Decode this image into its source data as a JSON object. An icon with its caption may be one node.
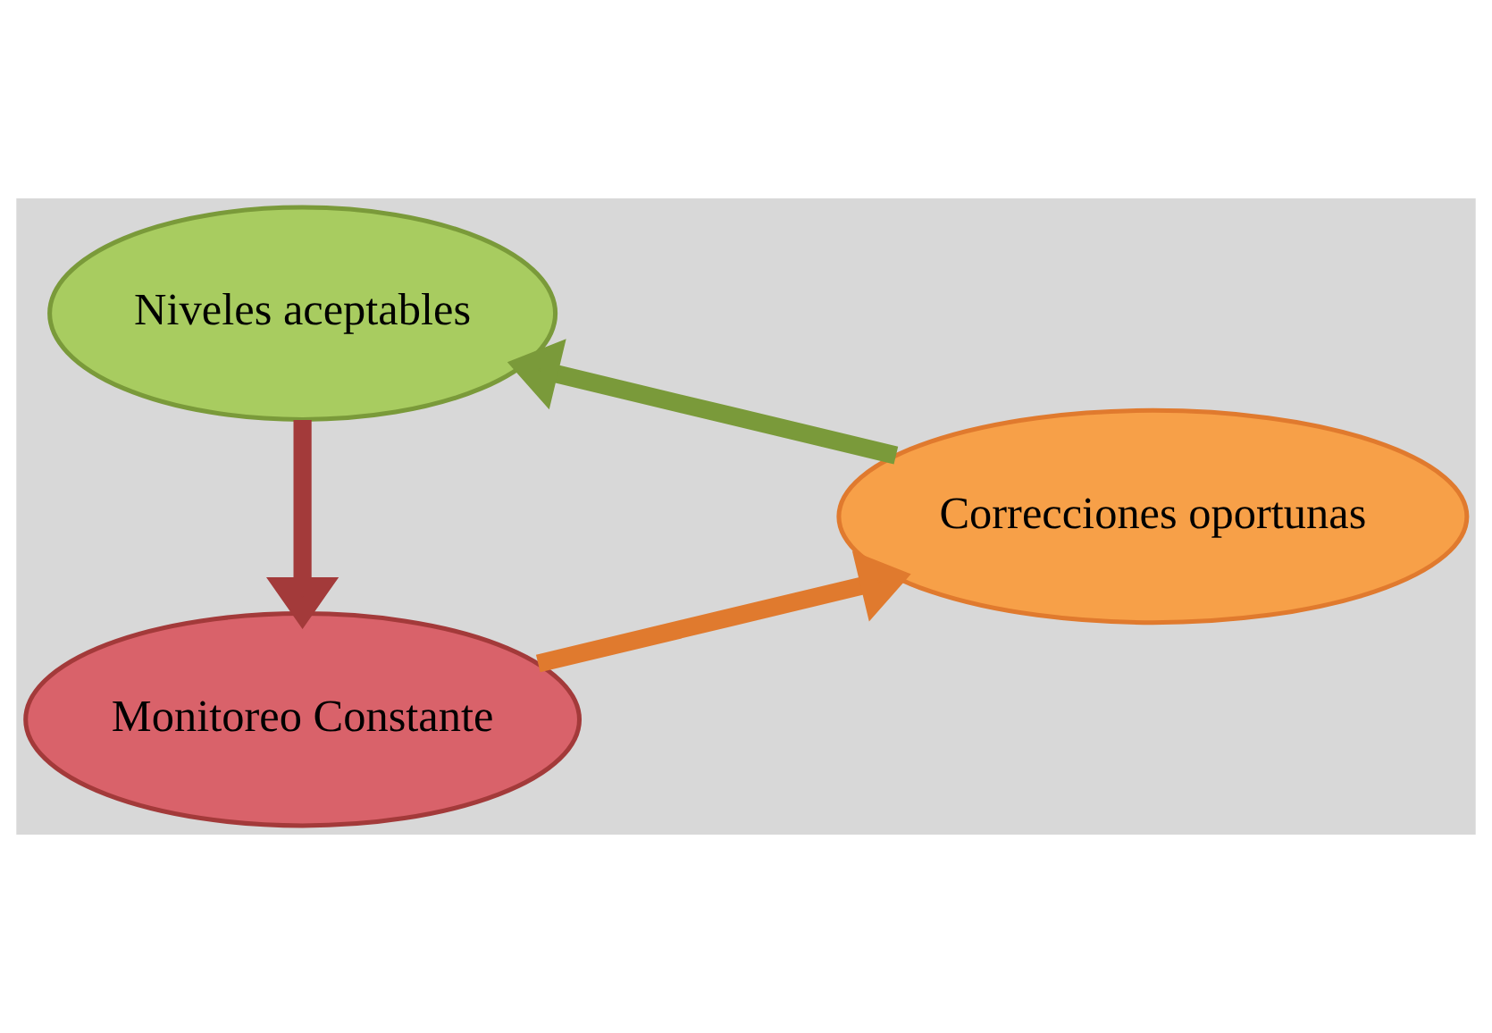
{
  "diagram": {
    "nodes": [
      {
        "text": [
          "Monitoreo Constante"
        ]
      },
      {
        "text": [
          "Correcciones oportunas"
        ]
      },
      {
        "text": [
          "Niveles aceptables"
        ]
      }
    ],
    "edges": [
      {
        "from": 0,
        "to": 1,
        "arrow": "to",
        "color": "#e07a2e"
      },
      {
        "from": 1,
        "to": 2,
        "arrow": "to",
        "color": "#7a9a3a"
      },
      {
        "from": 2,
        "to": 0,
        "arrow": "to",
        "color": "#a33a3a"
      }
    ]
  }
}
